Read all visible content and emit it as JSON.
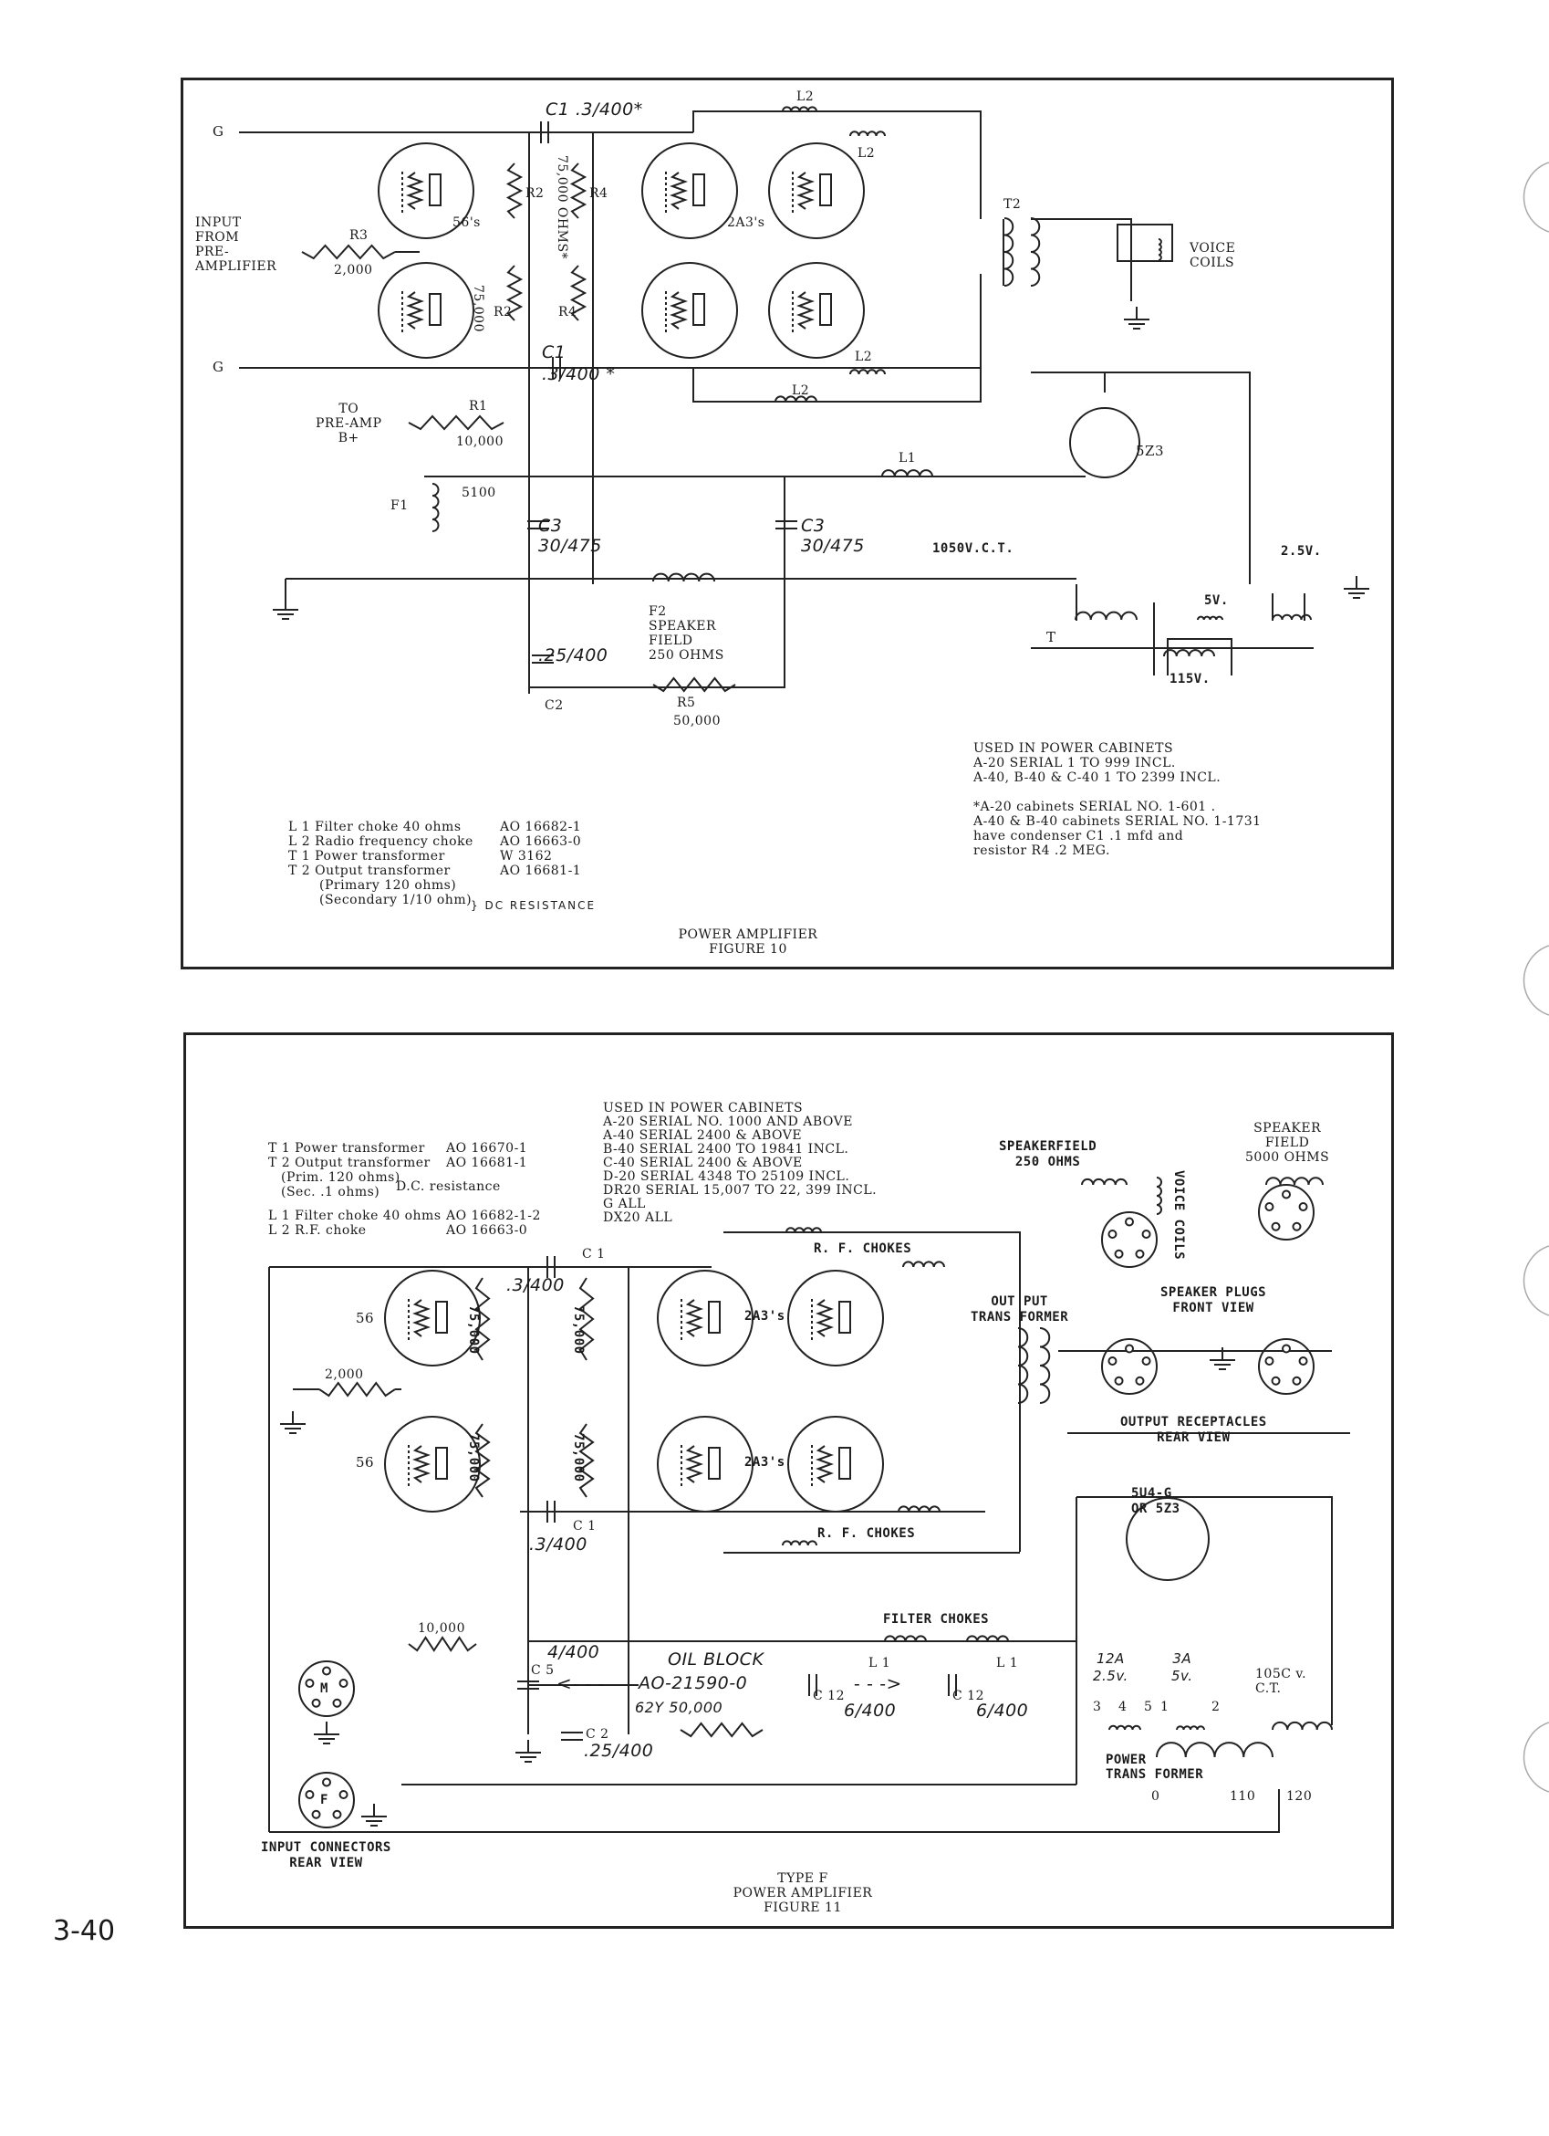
{
  "page_number": "3-40",
  "figure10": {
    "caption": "POWER AMPLIFIER\nFIGURE 10",
    "g_top": "G",
    "g_bottom": "G",
    "input_label": "INPUT\nFROM\nPRE-\nAMPLIFIER",
    "r3": "R3",
    "r3_value": "2,000",
    "c1_top": "C1 .3/400*",
    "l2_a": "L2",
    "l2_b": "L2",
    "l2_c": "L2",
    "l2_d": "L2",
    "tubes_56": "56's",
    "r2_top": "R2",
    "r4_top": "R4",
    "r_value_top": "75,000 OHMS*",
    "r_value_bottom": "75,000",
    "r2_bottom": "R2",
    "r4_bottom": "R4",
    "tubes_2a3": "2A3's",
    "t2": "T2",
    "voice_coils": "VOICE\nCOILS",
    "c1_bottom": "C1\n.3/400 *",
    "to_preamp": "TO\nPRE-AMP\nB+",
    "r1": "R1",
    "r1_value": "10,000",
    "l1": "L1",
    "rectifier": "5Z3",
    "f1": "F1",
    "f1_value": "5100",
    "c3_left": "C3\n30/475",
    "c3_right": "C3\n30/475",
    "ct_voltage": "1050V.C.T.",
    "v25": "2.5V.",
    "v5": "5V.",
    "t": "T",
    "v115": "115V.",
    "f2": "F2\nSPEAKER\nFIELD\n250 OHMS",
    "c2_value": ".25/400",
    "c2": "C2",
    "r5": "R5",
    "r5_value": "50,000",
    "used_in": "USED IN POWER CABINETS\n  A-20  SERIAL 1 TO 999 INCL.\n  A-40, B-40 & C-40 1 TO 2399 INCL.",
    "asterisk_note": "*A-20 cabinets SERIAL NO. 1-601   .\n A-40 & B-40 cabinets SERIAL NO. 1-1731\n have condenser C1   .1 mfd and\n resistor R4  .2 MEG.",
    "legend": [
      {
        "label": "L 1 Filter choke   40 ohms",
        "part": "AO 16682-1"
      },
      {
        "label": "L 2 Radio frequency choke",
        "part": "AO 16663-0"
      },
      {
        "label": "T 1 Power transformer",
        "part": "W 3162"
      },
      {
        "label": "T 2 Output transformer",
        "part": "AO 16681-1"
      }
    ],
    "legend_sub": "(Primary 120 ohms)\n(Secondary 1/10 ohm)",
    "legend_note": "} DC RESISTANCE"
  },
  "figure11": {
    "caption": "TYPE F\nPOWER AMPLIFIER\nFIGURE 11",
    "legend": [
      {
        "label": "T 1 Power transformer",
        "part": "AO 16670-1"
      },
      {
        "label": "T 2 Output transformer",
        "part": "AO 16681-1"
      }
    ],
    "legend_sub": "(Prim. 120 ohms)\n(Sec.  .1  ohms)",
    "legend_note": "D.C. resistance",
    "legend2": [
      {
        "label": "L 1 Filter choke  40 ohms",
        "part": "AO 16682-1-2"
      },
      {
        "label": "L 2 R.F. choke",
        "part": "AO 16663-0"
      }
    ],
    "used_in": "USED IN POWER CABINETS\nA-20  SERIAL NO. 1000 AND ABOVE\nA-40  SERIAL 2400 & ABOVE\nB-40  SERIAL 2400 TO 19841 INCL.\nC-40  SERIAL 2400 & ABOVE\nD-20  SERIAL 4348 TO 25109 INCL.\nDR20 SERIAL 15,007 TO 22, 399 INCL.\nG         ALL\nDX20      ALL",
    "c1_top": "C 1",
    "c1_top_value": ".3/400",
    "rf_chokes_top": "R. F. CHOKES",
    "speakerfield": "SPEAKERFIELD\n250 OHMS",
    "voice_coils": "VOICE COILS",
    "speaker_field": "SPEAKER\nFIELD\n5000 OHMS",
    "tube_56_top": "56",
    "tube_56_bottom": "56",
    "r_75k": [
      "75,000",
      "75,000",
      "75,000",
      "75,000"
    ],
    "tube_2a3_top": "2A3's",
    "tube_2a3_bottom": "2A3's",
    "output_transformer": "OUT PUT\nTRANS FORMER",
    "speaker_plugs": "SPEAKER PLUGS\nFRONT VIEW",
    "r_2000": "2,000",
    "output_receptacles": "OUTPUT RECEPTACLES\nREAR VIEW",
    "rectifier": "5U4-G\nOR 5Z3",
    "c1_bottom": "C 1",
    "c1_bottom_value": ".3/400",
    "rf_chokes_bottom": "R. F. CHOKES",
    "filter_chokes": "FILTER CHOKES",
    "l1_a": "L 1",
    "l1_b": "L 1",
    "r_10k": "10,000",
    "c5_value": "4/400",
    "c5": "C 5",
    "oil_block": "OIL BLOCK",
    "oil_block_part": "AO-21590-0",
    "r_62y": "62Y  50,000",
    "c12_a": "C 12",
    "c12_a_value": "6/400",
    "c12_b": "C 12",
    "c12_b_value": "6/400",
    "sec_12a": "12A\n2.5v.",
    "sec_3a": "3A\n5v.",
    "ct_voltage": "105C v.\nC.T.",
    "c2": "C 2",
    "c2_value": ".25/400",
    "power_transformer": "POWER\nTRANS FORMER",
    "taps": [
      "0",
      "110",
      "120"
    ],
    "pins": [
      "3",
      "4",
      "5",
      "1",
      "2"
    ],
    "socket_m": "M",
    "socket_f": "F",
    "input_connectors": "INPUT CONNECTORS\nREAR VIEW"
  }
}
